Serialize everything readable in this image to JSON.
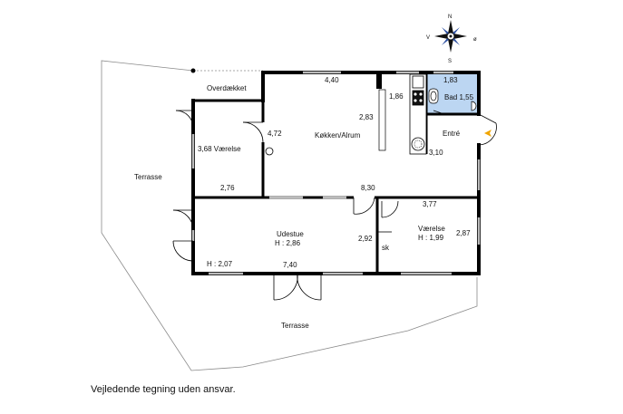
{
  "compass": {
    "n": "N",
    "v": "V",
    "o": "ø",
    "s": "S"
  },
  "terraces": {
    "west": "Terrasse",
    "south": "Terrasse"
  },
  "rooms": {
    "overdaekket": "Overdækket",
    "vaerelse_west": "3,68 Værelse",
    "kokken": "Køkken/Alrum",
    "bad": "Bad 1,55",
    "entre": "Entré",
    "udestue": "Udestue",
    "udestue_h": "H : 2,86",
    "vaerelse_east": "Værelse",
    "vaerelse_east_h": "H : 1,99",
    "sk": "sk",
    "h_udestue_low": "H : 2,07"
  },
  "dimensions": {
    "d_440": "4,40",
    "d_183": "1,83",
    "d_186": "1,86",
    "d_283": "2,83",
    "d_472": "4,72",
    "d_310": "3,10",
    "d_276": "2,76",
    "d_830": "8,30",
    "d_377": "3,77",
    "d_292": "2,92",
    "d_287": "2,87",
    "d_740": "7,40"
  },
  "colors": {
    "wall": "#000000",
    "bath": "#bcd6f2",
    "entry_arrow": "#f0a500",
    "window": "#cfcfcf"
  },
  "disclaimer": "Vejledende tegning uden ansvar."
}
